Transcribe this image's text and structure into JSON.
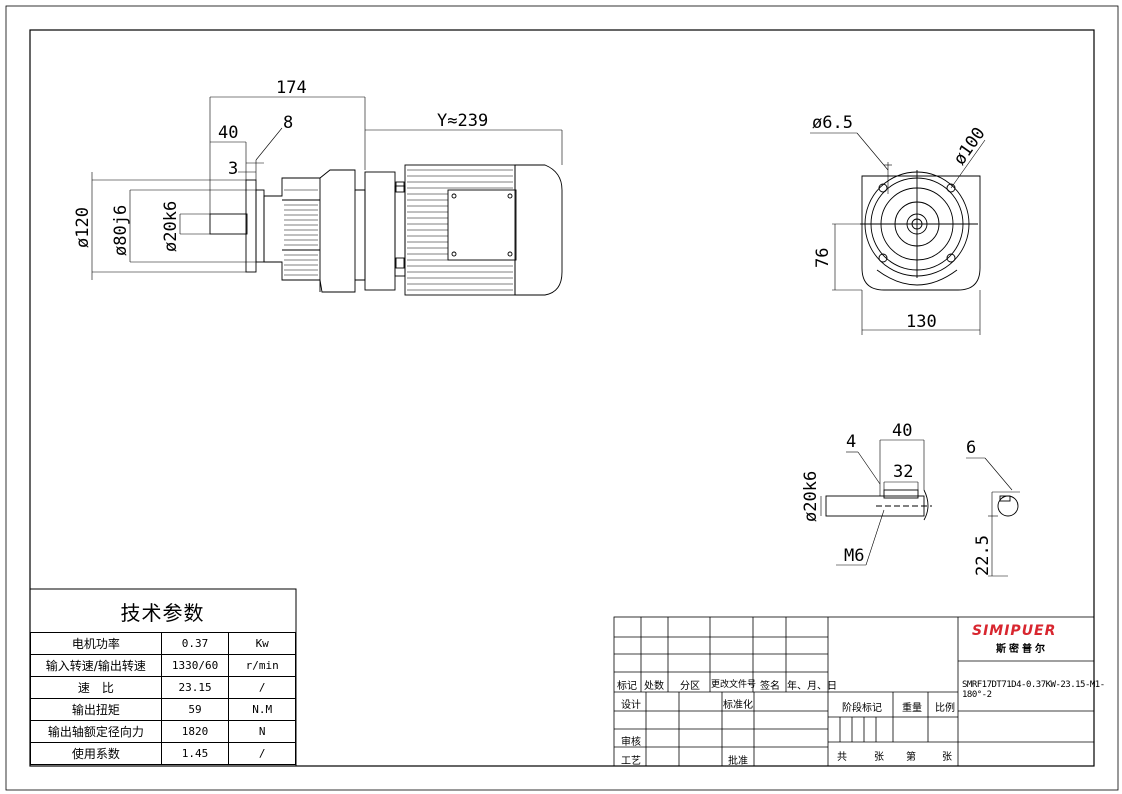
{
  "drawing": {
    "dims": {
      "d174": "174",
      "d40": "40",
      "d8": "8",
      "d3": "3",
      "y239": "Y≈239",
      "phi120": "ø120",
      "phi80j6": "ø80j6",
      "phi20k6": "ø20k6",
      "phi6_5": "ø6.5",
      "phi100": "ø100",
      "d76": "76",
      "d130": "130",
      "shaft_4": "4",
      "shaft_40": "40",
      "shaft_32": "32",
      "shaft_phi20k6": "ø20k6",
      "shaft_m6": "M6",
      "key_6": "6",
      "key_22_5": "22.5"
    }
  },
  "tech_params": {
    "title": "技术参数",
    "rows": [
      {
        "name": "电机功率",
        "value": "0.37",
        "unit": "Kw"
      },
      {
        "name": "输入转速/输出转速",
        "value": "1330/60",
        "unit": "r/min"
      },
      {
        "name": "速　比",
        "value": "23.15",
        "unit": "/"
      },
      {
        "name": "输出扭矩",
        "value": "59",
        "unit": "N.M"
      },
      {
        "name": "输出轴额定径向力",
        "value": "1820",
        "unit": "N"
      },
      {
        "name": "使用系数",
        "value": "1.45",
        "unit": "/"
      }
    ]
  },
  "title_block": {
    "headers": [
      "标记",
      "处数",
      "分区",
      "更改文件号",
      "签名",
      "年、月、日"
    ],
    "design": "设计",
    "standardize": "标准化",
    "review": "审核",
    "process": "工艺",
    "approve": "批准",
    "stage_mark": "阶段标记",
    "weight": "重量",
    "scale": "比例",
    "total": "共",
    "sheets": "张",
    "sheet_no": "第",
    "sheet_unit": "张",
    "logo_text": "SIMIPUER",
    "logo_cn": "斯密普尔",
    "model": "SMRF17DT71D4-0.37KW-23.15-M1-180°-2"
  }
}
